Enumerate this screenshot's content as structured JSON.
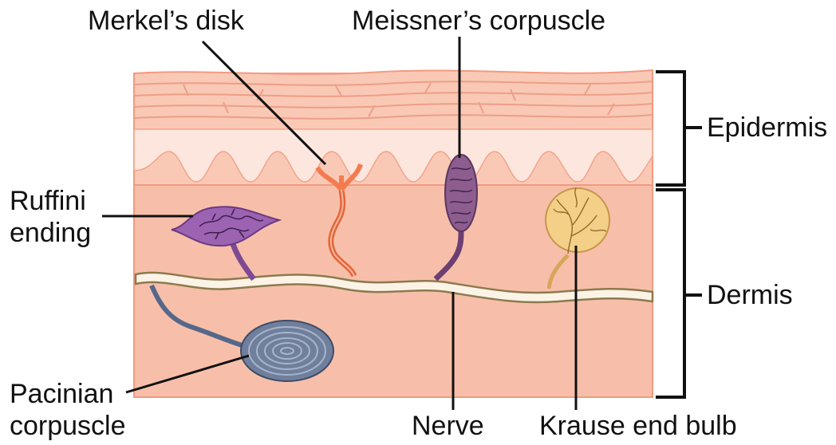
{
  "labels": {
    "merkels_disk": "Merkel’s disk",
    "meissners_corpuscle": "Meissner’s corpuscle",
    "epidermis": "Epidermis",
    "ruffini_line1": "Ruffini",
    "ruffini_line2": "ending",
    "dermis": "Dermis",
    "pacinian_line1": "Pacinian",
    "pacinian_line2": "corpuscle",
    "nerve": "Nerve",
    "krause_end_bulb": "Krause end bulb"
  },
  "colors": {
    "dermis": "#f7bfaa",
    "epidermis_outer": "#f9c9b6",
    "epidermis_ridges": "#fde6dd",
    "skin_outline": "#f29a80",
    "nerve_fill": "#fbf3e6",
    "nerve_outline": "#8d7a4e",
    "merkel": "#f47b4f",
    "meissner": "#8c5d8e",
    "ruffini": "#9c63b2",
    "pacinian": "#6f7f9c",
    "krause": "#f4cf87",
    "leader": "#111111"
  }
}
